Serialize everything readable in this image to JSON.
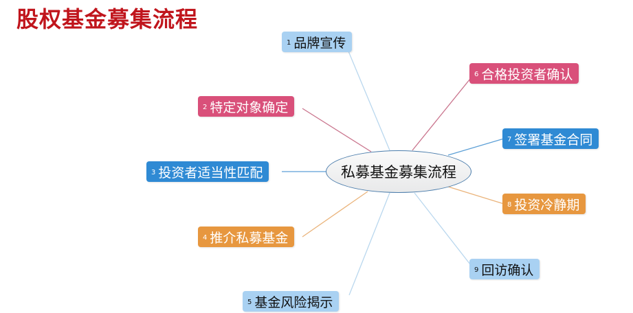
{
  "title": "股权基金募集流程",
  "center": {
    "label": "私募基金募集流程"
  },
  "colors": {
    "title": "#c0151c",
    "light_blue": "#a9d1f2",
    "pink": "#d9507a",
    "blue": "#2f8ad4",
    "orange": "#e7973f",
    "center_border": "#4a7cab"
  },
  "nodes": [
    {
      "num": "1",
      "label": "品牌宣传",
      "color": "light_blue"
    },
    {
      "num": "2",
      "label": "特定对象确定",
      "color": "pink"
    },
    {
      "num": "3",
      "label": "投资者适当性匹配",
      "color": "blue"
    },
    {
      "num": "4",
      "label": "推介私募基金",
      "color": "orange"
    },
    {
      "num": "5",
      "label": "基金风险揭示",
      "color": "light_blue"
    },
    {
      "num": "6",
      "label": "合格投资者确认",
      "color": "pink"
    },
    {
      "num": "7",
      "label": "签署基金合同",
      "color": "blue"
    },
    {
      "num": "8",
      "label": "投资冷静期",
      "color": "orange"
    },
    {
      "num": "9",
      "label": "回访确认",
      "color": "light_blue"
    }
  ]
}
